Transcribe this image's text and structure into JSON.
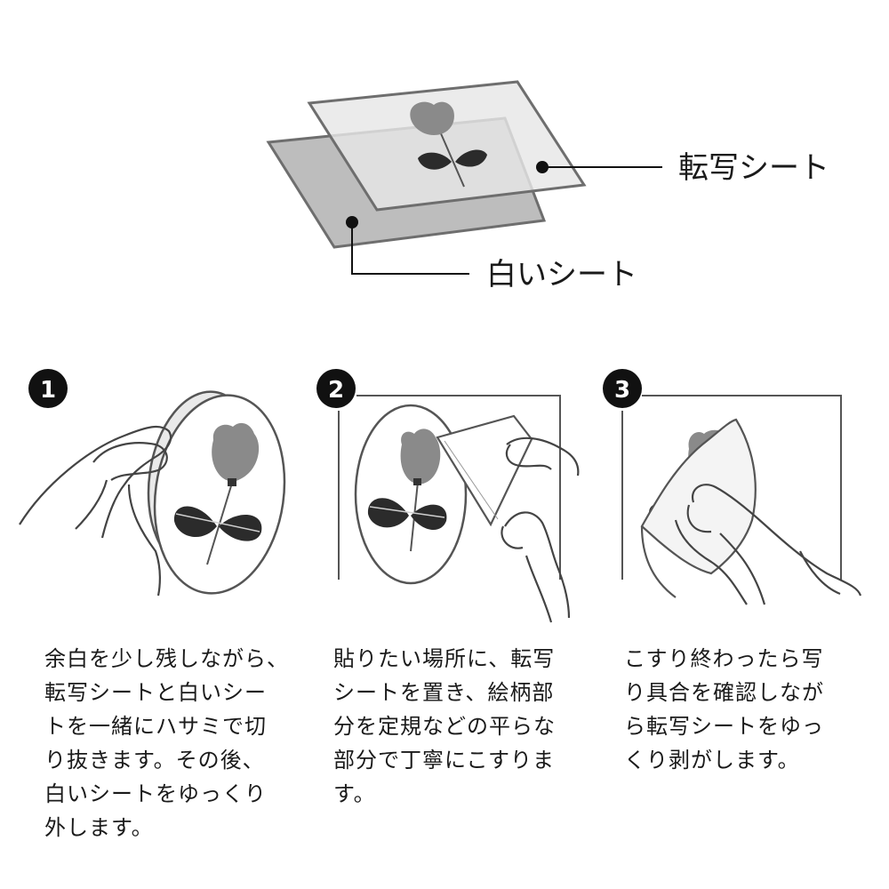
{
  "diagram": {
    "labels": {
      "transfer_sheet": "転写シート",
      "white_sheet": "白いシート"
    },
    "steps": [
      {
        "number": "1",
        "lines": [
          "余白を少し残しながら、",
          "転写シートと白いシー",
          "トを一緒にハサミで切",
          "り抜きます。その後、",
          "白いシートをゆっくり",
          "外します。"
        ]
      },
      {
        "number": "2",
        "lines": [
          "貼りたい場所に、転写",
          "シートを置き、絵柄部",
          "分を定規などの平らな",
          "部分で丁寧にこすりま",
          "す。"
        ]
      },
      {
        "number": "3",
        "lines": [
          "こすり終わったら写",
          "り具合を確認しなが",
          "ら転写シートをゆっ",
          "くり剥がします。"
        ]
      }
    ]
  }
}
